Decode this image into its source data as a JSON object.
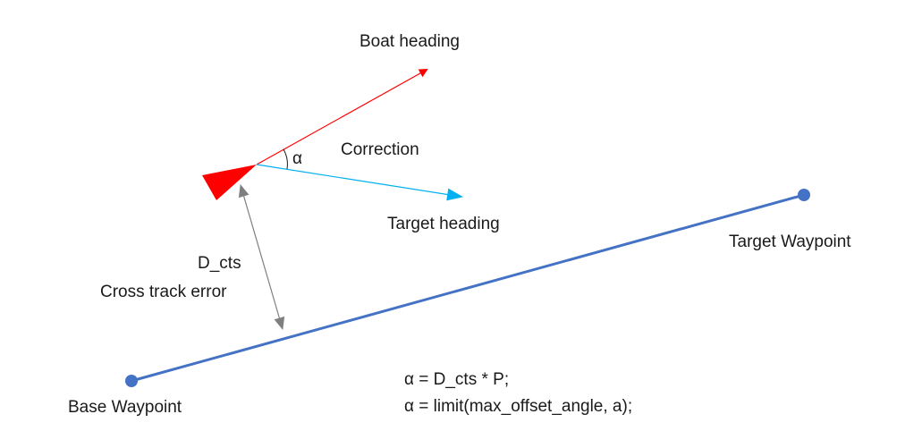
{
  "labels": {
    "boat_heading": "Boat heading",
    "alpha": "α",
    "correction": "Correction",
    "target_heading": "Target heading",
    "d_cts": "D_cts",
    "cross_track_error": "Cross track error",
    "target_waypoint": "Target Waypoint",
    "base_waypoint": "Base Waypoint"
  },
  "formula": {
    "line1": "α = D_cts * P;",
    "line2": "α = limit(max_offset_angle, a);"
  },
  "colors": {
    "track_line": "#4472C4",
    "waypoint": "#4472C4",
    "boat": "#FF0000",
    "boat_heading": "#FF0000",
    "target_heading": "#00B0F0",
    "cross_track": "#7F7F7F",
    "text": "#1a1a1a"
  }
}
